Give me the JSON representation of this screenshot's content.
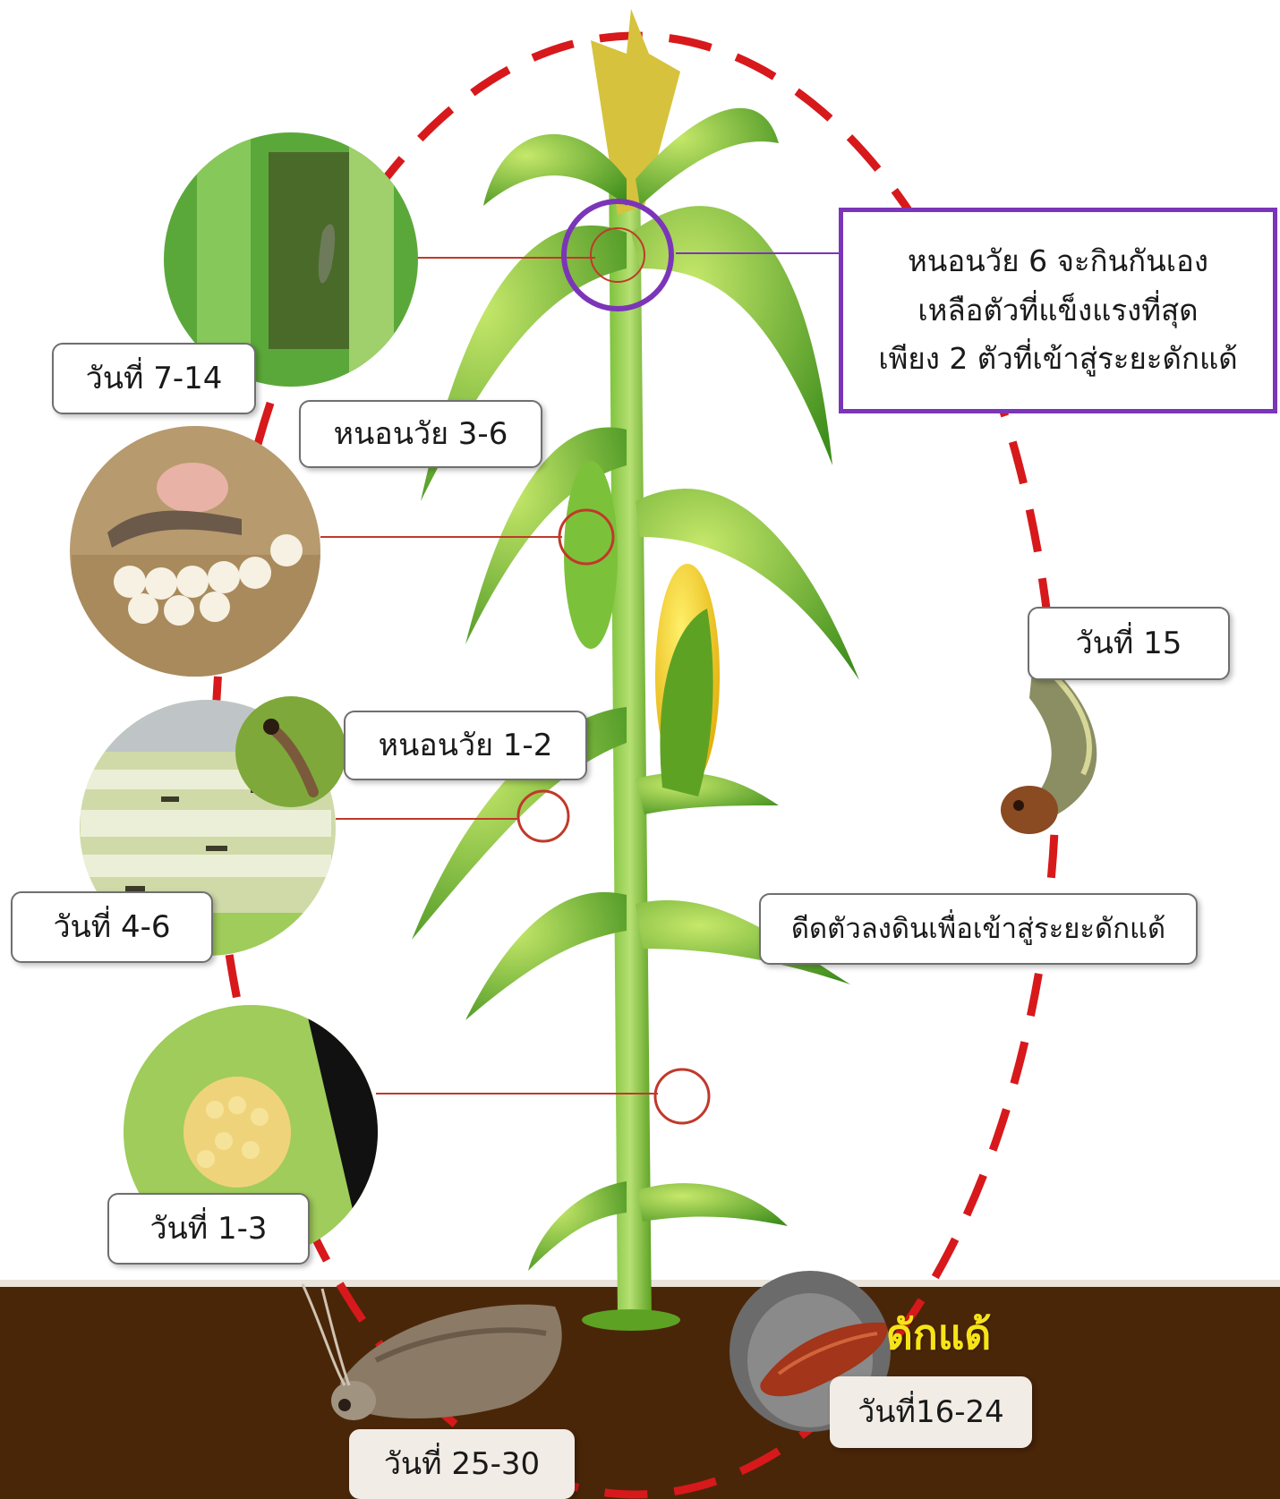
{
  "labels": {
    "day_7_14": "วันที่ 7-14",
    "instar_3_6": "หนอนวัย 3-6",
    "instar_1_2": "หนอนวัย 1-2",
    "day_4_6": "วันที่ 4-6",
    "day_1_3": "วันที่ 1-3",
    "day_15": "วันที่ 15",
    "drop_to_soil": "ดีดตัวลงดินเพื่อเข้าสู่ระยะดักแด้",
    "day_16_24": "วันที่16-24",
    "day_25_30": "วันที่ 25-30",
    "pupa": "ดักแด้"
  },
  "note": {
    "line1": "หนอนวัย  6 จะกินกันเอง",
    "line2": "เหลือตัวที่แข็งแรงที่สุด",
    "line3": "เพียง 2 ตัวที่เข้าสู่ระยะดักแด้"
  },
  "colors": {
    "cycle_dash": "#d7191c",
    "note_border": "#7b35b8",
    "soil": "#4a2609",
    "plant": "#6fb62c",
    "pupa_text": "#f7e418"
  }
}
